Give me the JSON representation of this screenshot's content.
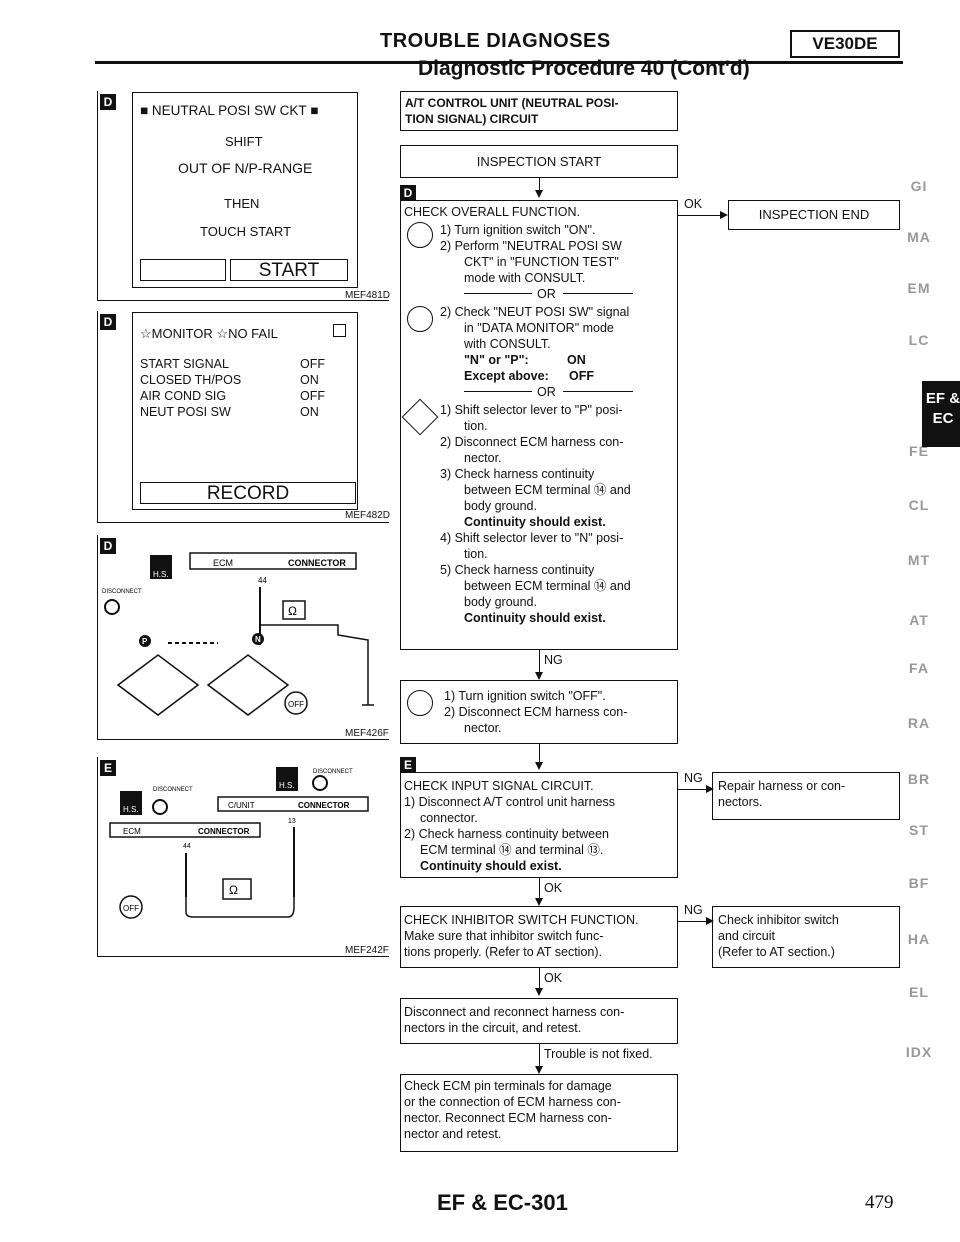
{
  "header": {
    "title": "TROUBLE DIAGNOSES",
    "badge": "VE30DE",
    "subtitle": "Diagnostic Procedure 40 (Cont'd)"
  },
  "left": {
    "screen1": {
      "title": "NEUTRAL POSI SW CKT",
      "l1": "SHIFT",
      "l2": "OUT OF N/P-RANGE",
      "l3": "THEN",
      "l4": "TOUCH START",
      "button": "START",
      "code": "MEF481D"
    },
    "screen2": {
      "header": "☆MONITOR ☆NO FAIL",
      "rows": [
        {
          "name": "START SIGNAL",
          "value": "OFF"
        },
        {
          "name": "CLOSED TH/POS",
          "value": "ON"
        },
        {
          "name": "AIR COND SIG",
          "value": "OFF"
        },
        {
          "name": "NEUT POSI SW",
          "value": "ON"
        }
      ],
      "button": "RECORD",
      "code": "MEF482D"
    },
    "diag1": {
      "ecm": "ECM",
      "connector": "CONNECTOR",
      "pin": "44",
      "disconnect": "DISCONNECT",
      "ohm": "Ω",
      "p": "P",
      "n": "N",
      "off": "OFF",
      "hs": "H.S.",
      "code": "MEF426F"
    },
    "diag2": {
      "disconnect_a": "DISCONNECT",
      "disconnect_b": "DISCONNECT",
      "cunit": "C/UNIT",
      "connector_a": "CONNECTOR",
      "ecm": "ECM",
      "connector_b": "CONNECTOR",
      "pin_a": "13",
      "pin_b": "44",
      "ohm": "Ω",
      "off": "OFF",
      "hs_a": "H.S.",
      "hs_b": "H.S.",
      "code": "MEF242F"
    }
  },
  "flow": {
    "heading1": "A/T CONTROL UNIT (NEUTRAL POSI-",
    "heading2": "TION SIGNAL) CIRCUIT",
    "start": "INSPECTION START",
    "check1": {
      "title": "CHECK OVERALL FUNCTION.",
      "s1": "1) Turn ignition switch \"ON\".",
      "s2": "2) Perform \"NEUTRAL POSI SW",
      "s3": "CKT\" in \"FUNCTION TEST\"",
      "s4": "mode with CONSULT.",
      "or1": "OR",
      "m1": "2) Check \"NEUT POSI SW\" signal",
      "m2": "in \"DATA MONITOR\" mode",
      "m3": "with CONSULT.",
      "m4": "\"N\" or \"P\":",
      "m4v": "ON",
      "m5": "Except above:",
      "m5v": "OFF",
      "or2": "OR",
      "t1": "1) Shift selector lever to \"P\" posi-",
      "t2": "tion.",
      "t3": "2) Disconnect ECM harness con-",
      "t4": "nector.",
      "t5": "3) Check harness continuity",
      "t6": "between ECM terminal ⑭ and",
      "t7": "body ground.",
      "t8": "Continuity should exist.",
      "t9": "4) Shift selector lever to \"N\" posi-",
      "t10": "tion.",
      "t11": "5) Check harness continuity",
      "t12": "between ECM terminal ⑭ and",
      "t13": "body ground.",
      "t14": "Continuity should exist."
    },
    "ok1": "OK",
    "end": "INSPECTION END",
    "ng1": "NG",
    "step2": {
      "l1": "1) Turn ignition switch \"OFF\".",
      "l2": "2) Disconnect ECM harness con-",
      "l3": "nector."
    },
    "check2": {
      "l1": "CHECK INPUT SIGNAL CIRCUIT.",
      "l2": "1) Disconnect A/T control unit harness",
      "l3": "connector.",
      "l4": "2) Check harness continuity between",
      "l5": "ECM terminal ⑭ and terminal ⑬.",
      "l6": "Continuity should exist."
    },
    "ng2": "NG",
    "repair1": "Repair harness or con-",
    "repair2": "nectors.",
    "ok2": "OK",
    "check3": {
      "l1": "CHECK INHIBITOR SWITCH FUNCTION.",
      "l2": "Make sure that inhibitor switch func-",
      "l3": "tions properly. (Refer to AT section)."
    },
    "ng3": "NG",
    "inhib1": "Check inhibitor switch",
    "inhib2": "and circuit",
    "inhib3": "(Refer to AT section.)",
    "ok3": "OK",
    "step4": {
      "l1": "Disconnect and reconnect harness con-",
      "l2": "nectors in the circuit, and retest."
    },
    "notfixed": "Trouble is not fixed.",
    "step5": {
      "l1": "Check ECM pin terminals for damage",
      "l2": "or the connection of ECM harness con-",
      "l3": "nector. Reconnect ECM harness con-",
      "l4": "nector and retest."
    }
  },
  "sidebar": [
    "GI",
    "MA",
    "EM",
    "LC",
    "FE",
    "CL",
    "MT",
    "AT",
    "FA",
    "RA",
    "BR",
    "ST",
    "BF",
    "HA",
    "EL",
    "IDX"
  ],
  "sidebar_active": {
    "l1": "EF &",
    "l2": "EC"
  },
  "footer": {
    "section": "EF & EC-301",
    "page": "479"
  }
}
